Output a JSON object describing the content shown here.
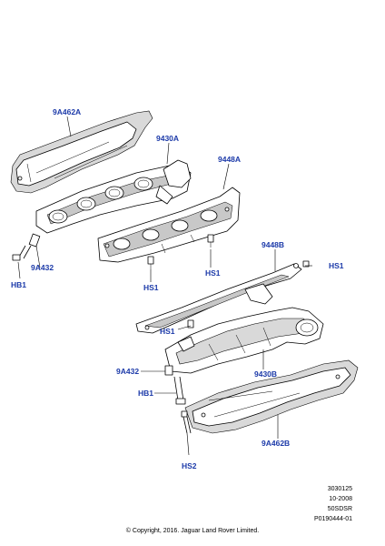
{
  "labels": {
    "heat_shield_upper": "9A462A",
    "manifold_left": "9430A",
    "gasket_left": "9448A",
    "gasket_right": "9448B",
    "hs1_right_top": "HS1",
    "hs1_gasket": "HS1",
    "hs1_left": "HS1",
    "hs1_lower": "HS1",
    "stud_left": "9A432",
    "bolt_left": "HB1",
    "stud_right": "9A432",
    "bolt_right": "HB1",
    "manifold_right": "9430B",
    "heat_shield_lower": "9A462B",
    "hs2": "HS2"
  },
  "footer": {
    "ref_line_1": "3030125",
    "ref_line_2": "10-2008",
    "ref_line_3": "50SDSR",
    "ref_line_4": "P0190444-01",
    "copyright": "© Copyright, 2016. Jaguar Land Rover Limited."
  }
}
